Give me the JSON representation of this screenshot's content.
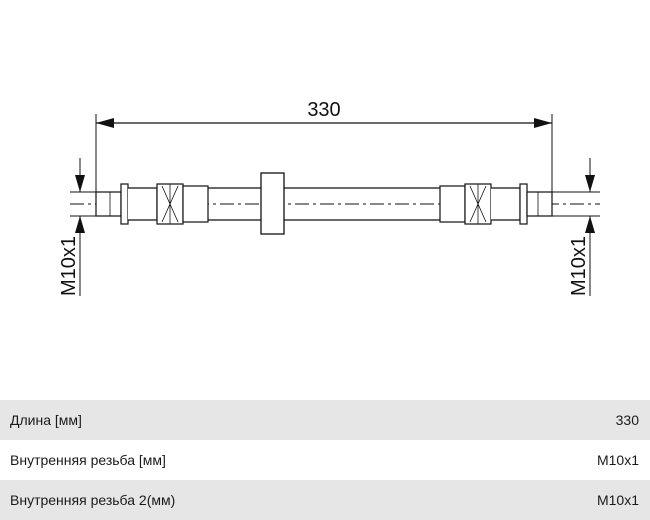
{
  "drawing": {
    "length_dimension": "330",
    "left_thread_label": "M10x1",
    "right_thread_label": "M10x1"
  },
  "specs": [
    {
      "label": "Длина [мм]",
      "value": "330"
    },
    {
      "label": "Внутренняя резьба [мм]",
      "value": "M10x1"
    },
    {
      "label": "Внутренняя резьба 2(мм)",
      "value": "M10x1"
    }
  ]
}
